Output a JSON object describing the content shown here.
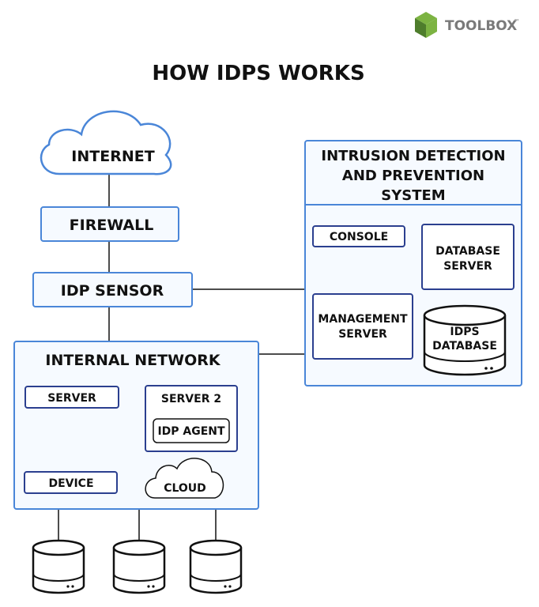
{
  "brand": {
    "name": "TOOLBOX",
    "trademark": "™",
    "colors": {
      "green": "#7cb342",
      "green_dark": "#4e7d2c",
      "text_gray": "#7a7a7a"
    },
    "icon": "green-cube-icon"
  },
  "title": "HOW IDPS WORKS",
  "colors": {
    "box_border": "#4a86d8",
    "box_fill": "#f6faff",
    "line": "#111111",
    "dark_border": "#2b3f8f",
    "cloud_fill": "#ffffff"
  },
  "nodes": {
    "internet": "INTERNET",
    "firewall": "FIREWALL",
    "idp_sensor": "IDP SENSOR",
    "idps_system": {
      "line1": "INTRUSION DETECTION",
      "line2": "AND PREVENTION",
      "line3": "SYSTEM"
    },
    "console": "CONSOLE",
    "database_server": {
      "line1": "DATABASE",
      "line2": "SERVER"
    },
    "management_server": {
      "line1": "MANAGEMENT",
      "line2": "SERVER"
    },
    "idps_database": {
      "line1": "IDPS",
      "line2": "DATABASE"
    },
    "internal_network": "INTERNAL NETWORK",
    "server": "SERVER",
    "server2": "SERVER 2",
    "idp_agent": "IDP AGENT",
    "device": "DEVICE",
    "cloud": "CLOUD"
  }
}
